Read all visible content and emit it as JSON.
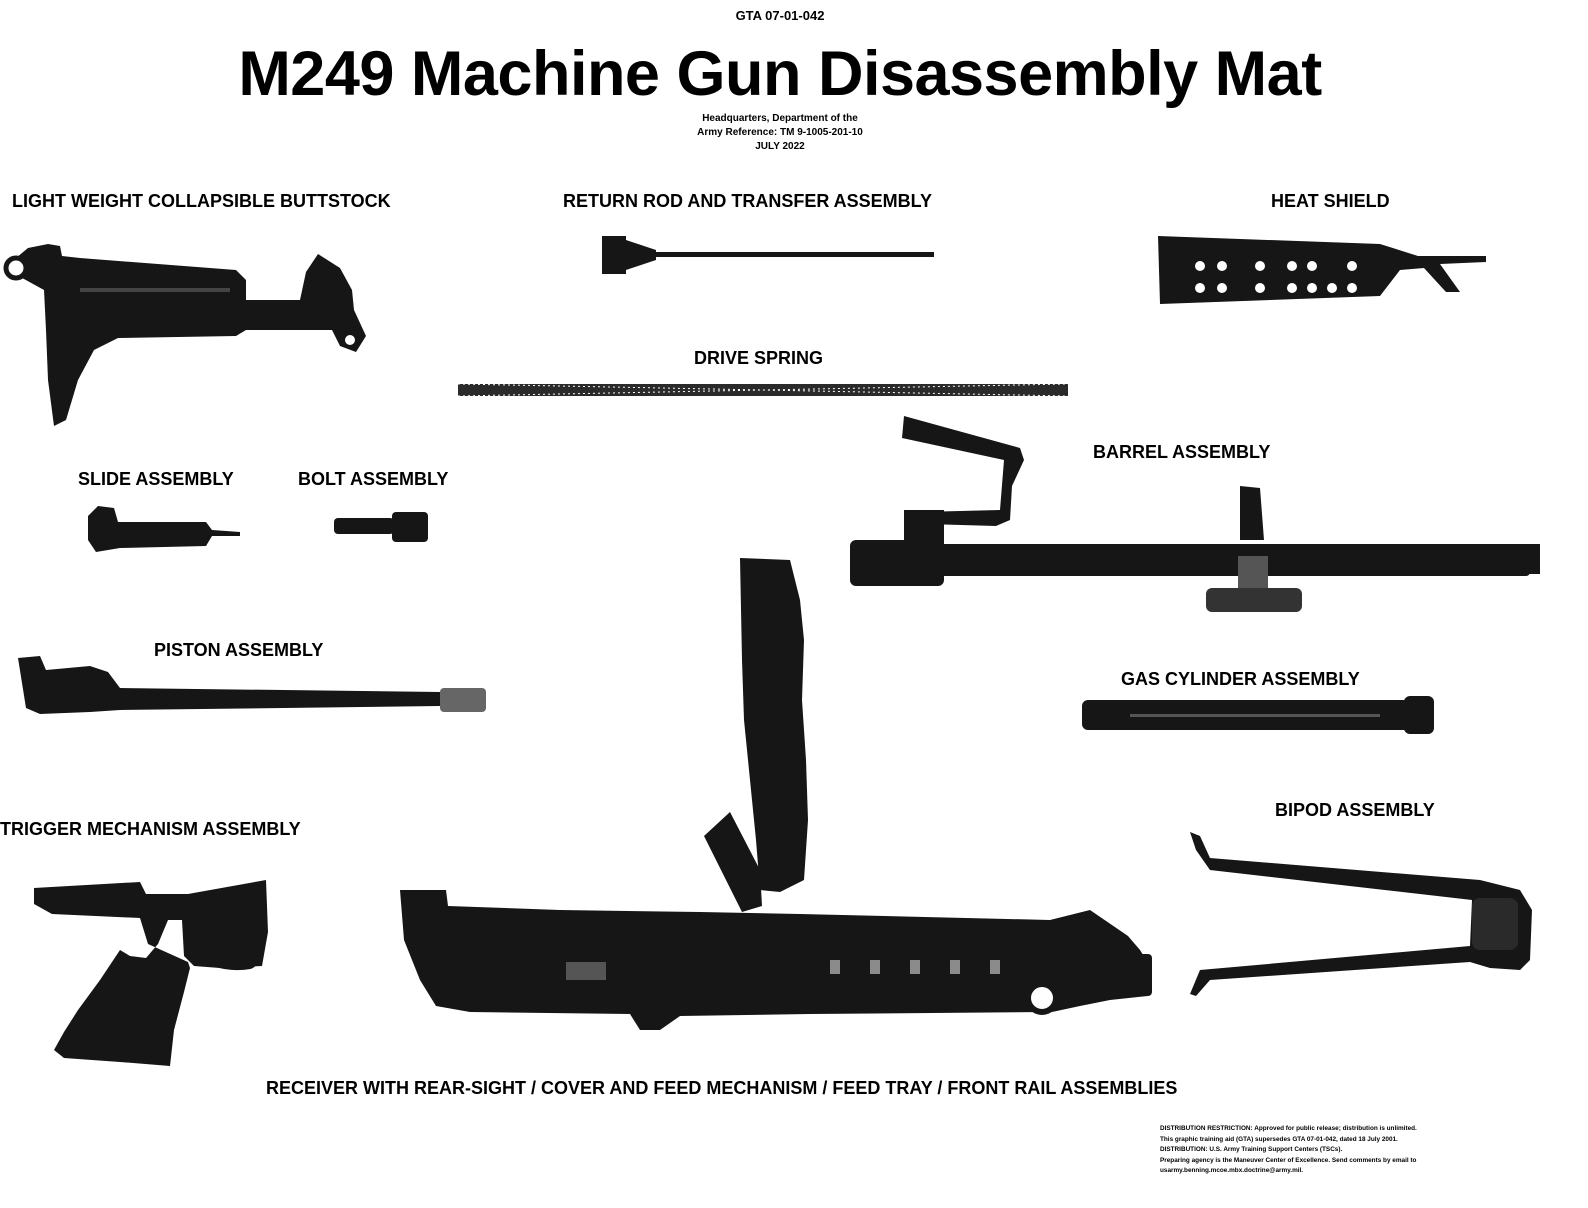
{
  "header": {
    "doc_number": "GTA 07-01-042",
    "title": "M249 Machine Gun Disassembly Mat",
    "reference_lines": [
      "Headquarters, Department of the",
      "Army Reference:  TM 9-1005-201-10",
      "JULY  2022"
    ]
  },
  "labels": {
    "buttstock": "LIGHT WEIGHT COLLAPSIBLE BUTTSTOCK",
    "return_rod": "RETURN ROD AND TRANSFER ASSEMBLY",
    "heat_shield": "HEAT SHIELD",
    "drive_spring": "DRIVE SPRING",
    "barrel": "BARREL ASSEMBLY",
    "slide": "SLIDE ASSEMBLY",
    "bolt": "BOLT ASSEMBLY",
    "piston": "PISTON ASSEMBLY",
    "gas_cylinder": "GAS CYLINDER ASSEMBLY",
    "bipod": "BIPOD ASSEMBLY",
    "trigger": "TRIGGER MECHANISM ASSEMBLY",
    "receiver": "RECEIVER WITH REAR-SIGHT / COVER AND FEED MECHANISM / FEED TRAY / FRONT RAIL ASSEMBLIES"
  },
  "distribution": [
    "DISTRIBUTION RESTRICTION: Approved for public release; distribution is unlimited.",
    "This graphic training aid (GTA) supersedes GTA 07-01-042, dated 18 July 2001.",
    "DISTRIBUTION: U.S. Army Training Support Centers (TSCs).",
    "Preparing agency is the Maneuver Center of Excellence. Send comments by email to",
    "usarmy.benning.mcoe.mbx.doctrine@army.mil."
  ],
  "colors": {
    "part": "#161616",
    "part_mid": "#3c3c3c",
    "paper": "#ffffff"
  }
}
